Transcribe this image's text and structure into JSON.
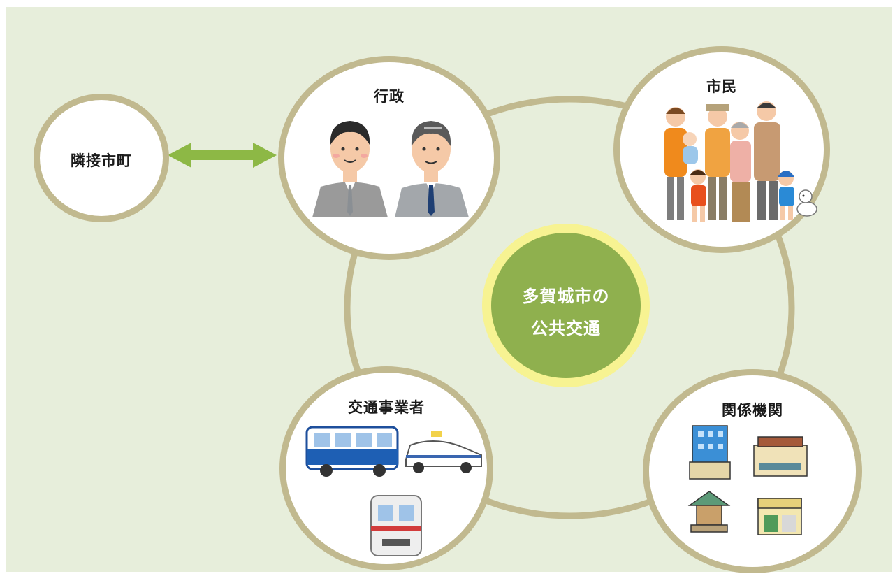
{
  "nodes": {
    "neighbor": {
      "label": "隣接市町"
    },
    "government": {
      "label": "行政"
    },
    "citizens": {
      "label": "市民"
    },
    "operators": {
      "label": "交通事業者"
    },
    "organizations": {
      "label": "関係機関"
    }
  },
  "center": {
    "line1": "多賀城市の",
    "line2": "公共交通"
  },
  "colors": {
    "background": "#e7eedb",
    "ring": "#c1b98f",
    "center_fill": "#8fb04e",
    "center_ring": "#f7f392",
    "arrow": "#8db845"
  },
  "icons": [
    "two-officials-icon",
    "family-icon",
    "bus-icon",
    "taxi-icon",
    "train-icon",
    "office-building-icon",
    "station-building-icon",
    "shrine-icon",
    "shop-icon",
    "dog-icon"
  ]
}
